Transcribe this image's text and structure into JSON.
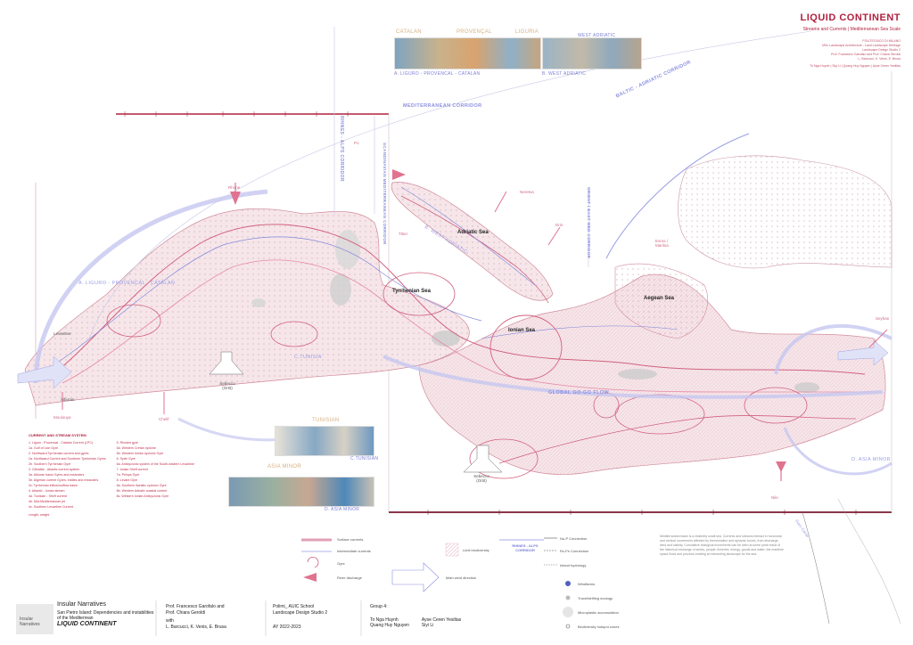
{
  "header": {
    "title": "LIQUID CONTINENT",
    "subtitle": "Streams and Currents | Mediterranean Sea Scale",
    "credits": [
      "POLITECNICO DI MILANO",
      "MSc Landscape Architecture - Land Landscape Heritage",
      "Landscape Design Studio 2",
      "Prof. Francesco Garofalo and Prof. Chiara Geroldi",
      "L. Barcucci, K. Venis, E. Brusa"
    ],
    "team_line": "To Nga Huynh | Siyi Li | Quang Huy Nguyen | Ayse Ceren Yesiltas"
  },
  "photos": {
    "top_left_labels": [
      "CATALAN",
      "PROVENÇAL",
      "LIGURIA"
    ],
    "top_left_caption": "A. LIGURO - PROVENCAL - CATALAN",
    "top_right_label": "WEST ADRIATIC",
    "top_right_caption": "B. WEST ADRIATIC",
    "mid_label": "TUNISIAN",
    "mid_caption": "C.TUNISIAN",
    "bottom_label": "ASIA MINOR",
    "bottom_caption": "D. ASIA MINOR"
  },
  "map": {
    "seas": [
      "Tyrrhenian Sea",
      "Adriatic Sea",
      "Ionian Sea",
      "Aegean Sea"
    ],
    "corridors": {
      "mediterranean": "MEDITERRANEAN CORRIDOR",
      "baltic": "BALTIC - ADRIATIC CORRIDOR",
      "rhine": "RHINES - ALPS CORRIDOR",
      "scandinavian": "SCANDINAVIAN MEDITERRANEAN CORRIDOR",
      "orient": "ORIENT / EAST MED CORRIDOR",
      "global": "GLOBAL GO-GO FLOW",
      "liguro": "A. LIGURO - PROVENCAL - CATALAN",
      "tunisia": "C.TUNISIA",
      "west_adriatic": "B. WEST ADRIATIC",
      "asia_minor": "D. ASIA MINOR"
    },
    "places": [
      "Rhone",
      "Po",
      "Neretva",
      "Drin",
      "Tiber",
      "Moulouya",
      "Chelif",
      "Seyhan",
      "Nile",
      "Evros / Maritsa",
      "Levantine",
      "Alboran",
      "Suez Canal"
    ],
    "boxes": [
      "Sebecco (Ortit)",
      "Sebecco (Ortit)"
    ]
  },
  "legend": {
    "title": "CURRENT AND STREAM SYSTEM",
    "col1": [
      "1. Liguro - Provencal - Catalan Current (LPC)",
      "1a. Gulf of Lion Gyre",
      "2. Northward Tyrrhenian current and gyres",
      "2a. Northward Current and Southern Tyrrhenian Gyres",
      "2b. Southern Tyrrhenian Gyre",
      "3. Gibraltar - Atlantic current system",
      "3a. Alboran basin Gyres and meanders",
      "3b. Algerian current Gyres, eddies and meanders",
      "3c. Tyrrhenian inflow/outflow basin",
      "4. Atlantic - Ionian stream",
      "4a. Tunisian - Shelf current",
      "4b. Mid-Mediterranean jet",
      "4c. Southern Levantine Current"
    ],
    "col2": [
      "5. Rhodes gyre",
      "5a. Western Cretan cyclone",
      "5b. Western Ionian cyclonic Gyre",
      "6. Syrte Gyre",
      "6a. Anticyclonic system of the South-eastern Levantine",
      "7. Ionian Shelf current",
      "7a. Pelops Gyre",
      "8. Levant Gyre",
      "8a. Southern Adriatic cyclonic Gyre",
      "8b. Western Adriatic coastal current",
      "8c. Western Ionian Anticyclonic Gyre"
    ],
    "note": "Length, weight"
  },
  "bottom_legend": {
    "items": [
      "Surface currents",
      "Intermediate currents",
      "Gyre",
      "River discharge",
      "Main wind direction",
      "Limit biodiversity",
      "RHINES - ALPS CORRIDOR",
      "No-P Connection",
      "Rx-Fe Connection",
      "Inland hydrology",
      "Windfarms",
      "Travel/drifting ecology",
      "Microplastic accumulation",
      "Biodiversity hotspot zones"
    ],
    "description": "Mediterranean basin is a relatively small sea. Currents and streams interact in horizontal and vertical movements affected by thermohaline and dynamic forces, from discharge, wind and salinity. Cumulative biological movements can be seen at some point result of the historical exchange of seeds, people, fisheries, energy, goods and water; the maritime space flows and process creating an interacting landscape for the sea."
  },
  "footer": {
    "project": "Insular Narratives",
    "desc": "San Pietro Island: Dependencies and instabilities of the Mediterrean",
    "subtitle": "LIQUID CONTINENT",
    "logo_text": "Insular Narratives",
    "prof": "Prof. Francesco Garofalo and",
    "prof2": "Prof. Chiara Geroldi",
    "with": "with",
    "assistants": "L. Barcucci, K. Venis, E. Brusa",
    "school": "Polimi_ AUIC School",
    "course": "Landscape Design Studio 2",
    "year": "AY 2022-2023",
    "group": "Group 4:",
    "members": [
      "To Nga Huynh",
      "Quang Huy Nguyen",
      "Ayse Ceren Yesiltas",
      "Siyi Li"
    ]
  },
  "colors": {
    "accent": "#b0213f",
    "pink": "#e0738f",
    "lavender": "#9a9ee6",
    "land_fill": "#f4e8ea"
  }
}
